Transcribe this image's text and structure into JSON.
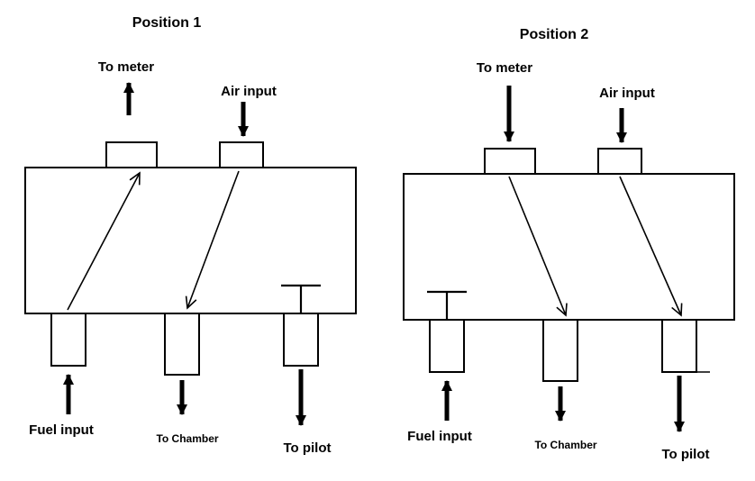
{
  "canvas": {
    "background": "#ffffff",
    "ink": "#000000"
  },
  "positions": [
    {
      "title": "Position 1",
      "labels": {
        "to_meter": "To meter",
        "air_input": "Air input",
        "fuel_input": "Fuel input",
        "to_chamber": "To Chamber",
        "to_pilot": "To pilot"
      }
    },
    {
      "title": "Position 2",
      "labels": {
        "to_meter": "To meter",
        "air_input": "Air input",
        "fuel_input": "Fuel input",
        "to_chamber": "To Chamber",
        "to_pilot": "To pilot"
      }
    }
  ]
}
